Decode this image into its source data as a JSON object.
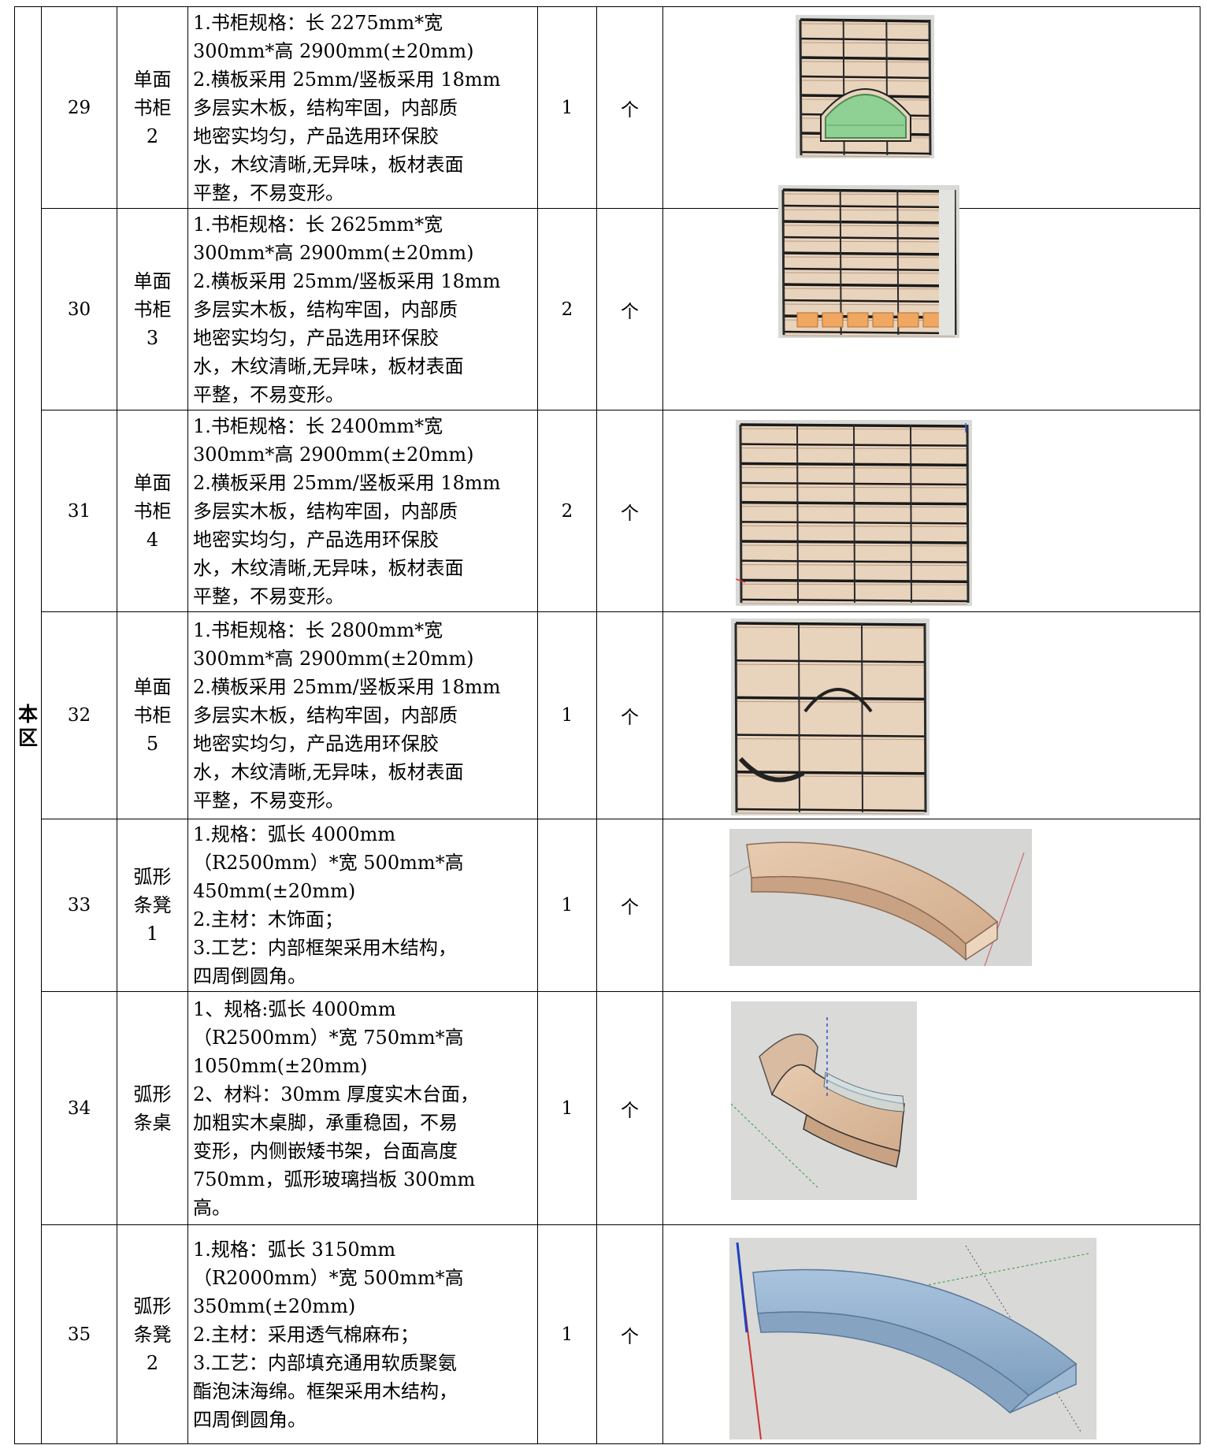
{
  "section_label": [
    "本",
    "区"
  ],
  "rows": [
    {
      "no": "29",
      "name": [
        "单面",
        "书柜",
        "2"
      ],
      "desc": [
        "1.书柜规格：长 2275mm*宽",
        "300mm*高 2900mm(±20mm)",
        "2.横板采用 25mm/竖板采用 18mm",
        "多层实木板，结构牢固，内部质",
        "地密实均匀，产品选用环保胶",
        "水，木纹清晰,无异味，板材表面",
        "平整，不易变形。"
      ],
      "qty": "1",
      "unit": "个",
      "image": "bookshelf-arch-green-render"
    },
    {
      "no": "30",
      "name": [
        "单面",
        "书柜",
        "3"
      ],
      "desc": [
        "1.书柜规格：长 2625mm*宽",
        "300mm*高 2900mm(±20mm)",
        "2.横板采用 25mm/竖板采用 18mm",
        "多层实木板，结构牢固，内部质",
        "地密实均匀，产品选用环保胶",
        "水，木纹清晰,无异味，板材表面",
        "平整，不易变形。"
      ],
      "qty": "2",
      "unit": "个",
      "image": "bookshelf-tall-orange-base-render"
    },
    {
      "no": "31",
      "name": [
        "单面",
        "书柜",
        "4"
      ],
      "desc": [
        "1.书柜规格：长 2400mm*宽",
        "300mm*高 2900mm(±20mm)",
        "2.横板采用 25mm/竖板采用 18mm",
        "多层实木板，结构牢固，内部质",
        "地密实均匀，产品选用环保胶",
        "水，木纹清晰,无异味，板材表面",
        "平整，不易变形。"
      ],
      "qty": "2",
      "unit": "个",
      "image": "bookshelf-grid-render"
    },
    {
      "no": "32",
      "name": [
        "单面",
        "书柜",
        "5"
      ],
      "desc": [
        "1.书柜规格：长 2800mm*宽",
        "300mm*高 2900mm(±20mm)",
        "2.横板采用 25mm/竖板采用 18mm",
        "多层实木板，结构牢固，内部质",
        "地密实均匀，产品选用环保胶",
        "水，木纹清晰,无异味，板材表面",
        "平整，不易变形。"
      ],
      "qty": "1",
      "unit": "个",
      "image": "bookshelf-arches-render"
    },
    {
      "no": "33",
      "name": [
        "弧形",
        "条凳",
        "1"
      ],
      "desc": [
        "1.规格：弧长 4000mm",
        "（R2500mm）*宽 500mm*高",
        "450mm(±20mm)",
        "2.主材：木饰面；",
        "3.工艺：内部框架采用木结构，",
        "四周倒圆角。"
      ],
      "qty": "1",
      "unit": "个",
      "image": "curved-wood-bench-render"
    },
    {
      "no": "34",
      "name": [
        "弧形",
        "条桌"
      ],
      "desc": [
        "1、规格:弧长 4000mm",
        "（R2500mm）*宽 750mm*高",
        "1050mm(±20mm)",
        "2、材料：30mm 厚度实木台面，",
        "加粗实木桌脚，承重稳固，不易",
        "变形，内侧嵌矮书架，台面高度",
        "750mm，弧形玻璃挡板 300mm",
        "高。"
      ],
      "qty": "1",
      "unit": "个",
      "image": "curved-desk-render"
    },
    {
      "no": "35",
      "name": [
        "弧形",
        "条凳",
        "2"
      ],
      "desc": [
        "1.规格：弧长 3150mm",
        "（R2000mm）*宽 500mm*高",
        "350mm(±20mm)",
        "2.主材：采用透气棉麻布；",
        "3.工艺：内部填充通用软质聚氨",
        "酯泡沫海绵。框架采用木结构，",
        "四周倒圆角。"
      ],
      "qty": "1",
      "unit": "个",
      "image": "curved-fabric-bench-render"
    }
  ]
}
